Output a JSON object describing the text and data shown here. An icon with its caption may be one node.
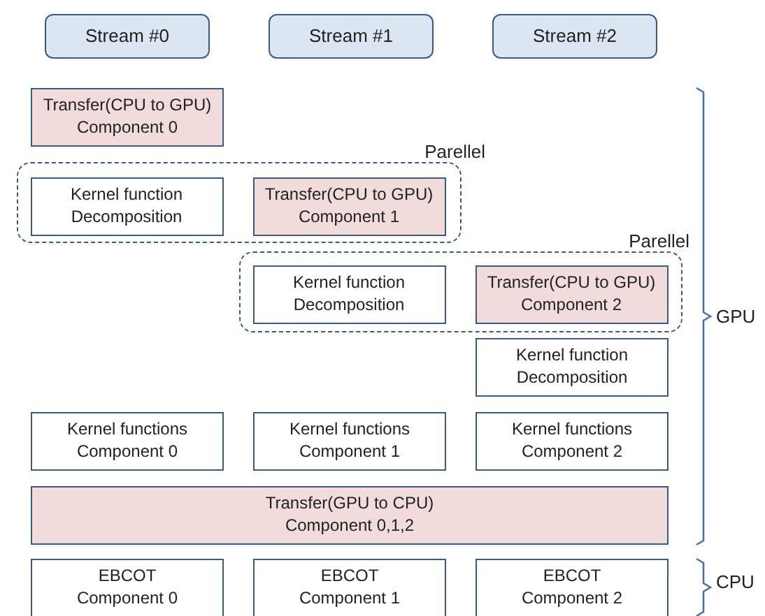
{
  "diagram": {
    "nodes": [
      {
        "text": [
          "Stream #0"
        ]
      },
      {
        "text": [
          "Stream #1"
        ]
      },
      {
        "text": [
          "Stream #2"
        ]
      },
      {
        "text": [
          "Transfer(CPU to GPU) Component 0"
        ]
      },
      {
        "text": [
          "Parellel"
        ]
      },
      {
        "text": [
          "Kernel function Decomposition"
        ],
        "in": 4
      },
      {
        "text": [
          "Transfer(CPU to GPU) Component 1"
        ],
        "in": 4
      },
      {
        "text": [
          "Parellel"
        ]
      },
      {
        "text": [
          "Kernel function Decomposition"
        ],
        "in": 7
      },
      {
        "text": [
          "Transfer(CPU to GPU) Component 2"
        ],
        "in": 7
      },
      {
        "text": [
          "Kernel function Decomposition"
        ]
      },
      {
        "text": [
          "Kernel functions Component 0"
        ]
      },
      {
        "text": [
          "Kernel functions Component 1"
        ]
      },
      {
        "text": [
          "Kernel functions Component 2"
        ]
      },
      {
        "text": [
          "Transfer(GPU to CPU) Component 0,1,2"
        ]
      },
      {
        "text": [
          "EBCOT Component 0"
        ]
      },
      {
        "text": [
          "EBCOT Component 1"
        ]
      },
      {
        "text": [
          "EBCOT Component 2"
        ]
      }
    ],
    "labels": [
      "GPU",
      "CPU"
    ]
  }
}
